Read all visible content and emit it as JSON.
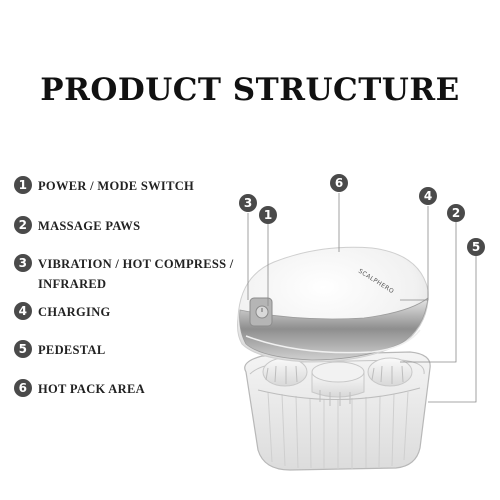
{
  "title": "PRODUCT STRUCTURE",
  "legend": [
    {
      "num": "1",
      "lines": [
        "POWER / MODE SWITCH"
      ]
    },
    {
      "num": "2",
      "lines": [
        "MASSAGE PAWS"
      ]
    },
    {
      "num": "3",
      "lines": [
        "VIBRATION / HOT COMPRESS /",
        "INFRARED"
      ]
    },
    {
      "num": "4",
      "lines": [
        "CHARGING"
      ]
    },
    {
      "num": "5",
      "lines": [
        "PEDESTAL"
      ]
    },
    {
      "num": "6",
      "lines": [
        "HOT  PACK AREA"
      ]
    }
  ],
  "brand": "SCALPHERO",
  "callouts": [
    "6",
    "3",
    "1",
    "4",
    "2",
    "5"
  ],
  "colors": {
    "badge": "#4a4a4a",
    "line": "#8a8a8a",
    "body": "#f4f4f4",
    "chrome": "#9a9a9a"
  }
}
